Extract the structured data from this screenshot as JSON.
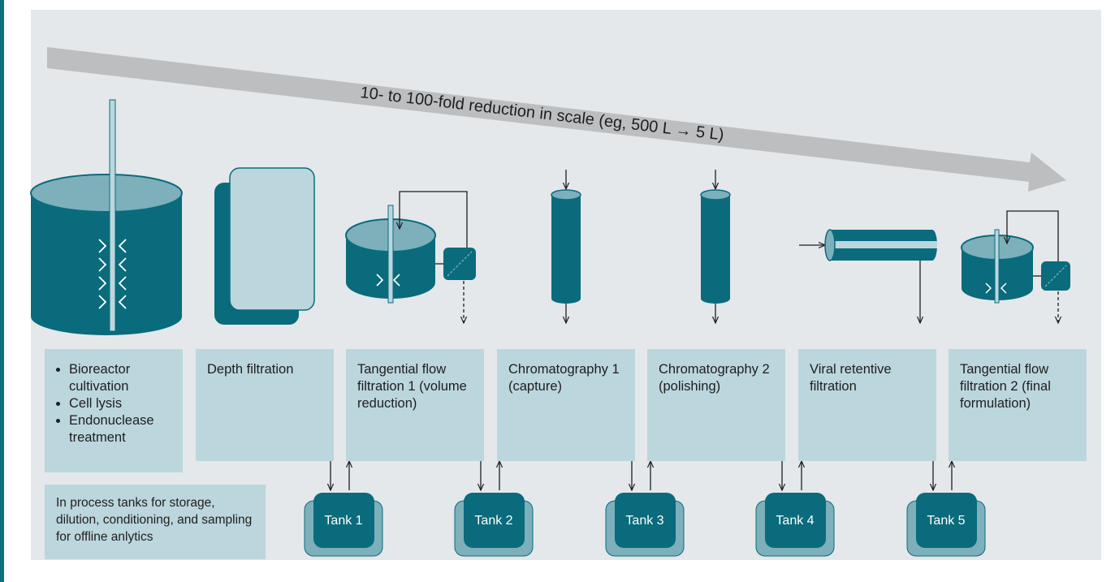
{
  "banner": {
    "label": "10- to 100-fold reduction in scale (eg, 500 L → 5 L)"
  },
  "steps": [
    {
      "bullets": [
        "Bioreactor cultivation",
        "Cell lysis",
        "Endonuclease treatment"
      ]
    },
    {
      "label": "Depth filtration"
    },
    {
      "label": "Tangential flow filtration 1 (volume reduction)"
    },
    {
      "label": "Chromatography 1 (capture)"
    },
    {
      "label": "Chromatography 2 (polishing)"
    },
    {
      "label": "Viral retentive filtration"
    },
    {
      "label": "Tangential flow filtration 2 (final formulation)"
    }
  ],
  "tanks": [
    "Tank 1",
    "Tank 2",
    "Tank 3",
    "Tank 4",
    "Tank 5"
  ],
  "legend": {
    "label": "In process tanks for storage, dilution, conditioning, and sampling for offline anlytics"
  },
  "colors": {
    "teal_dark": "#0a6b7c",
    "teal_light": "#7db0bb",
    "box_fill": "#bcd6dd",
    "panel_bg": "#e4e8eb",
    "banner_arrow": "#bcbec0"
  },
  "icons": [
    "bioreactor-icon",
    "depth-filter-icon",
    "tff-icon",
    "chromatography-column-icon",
    "viral-filter-icon",
    "tank-icon"
  ]
}
